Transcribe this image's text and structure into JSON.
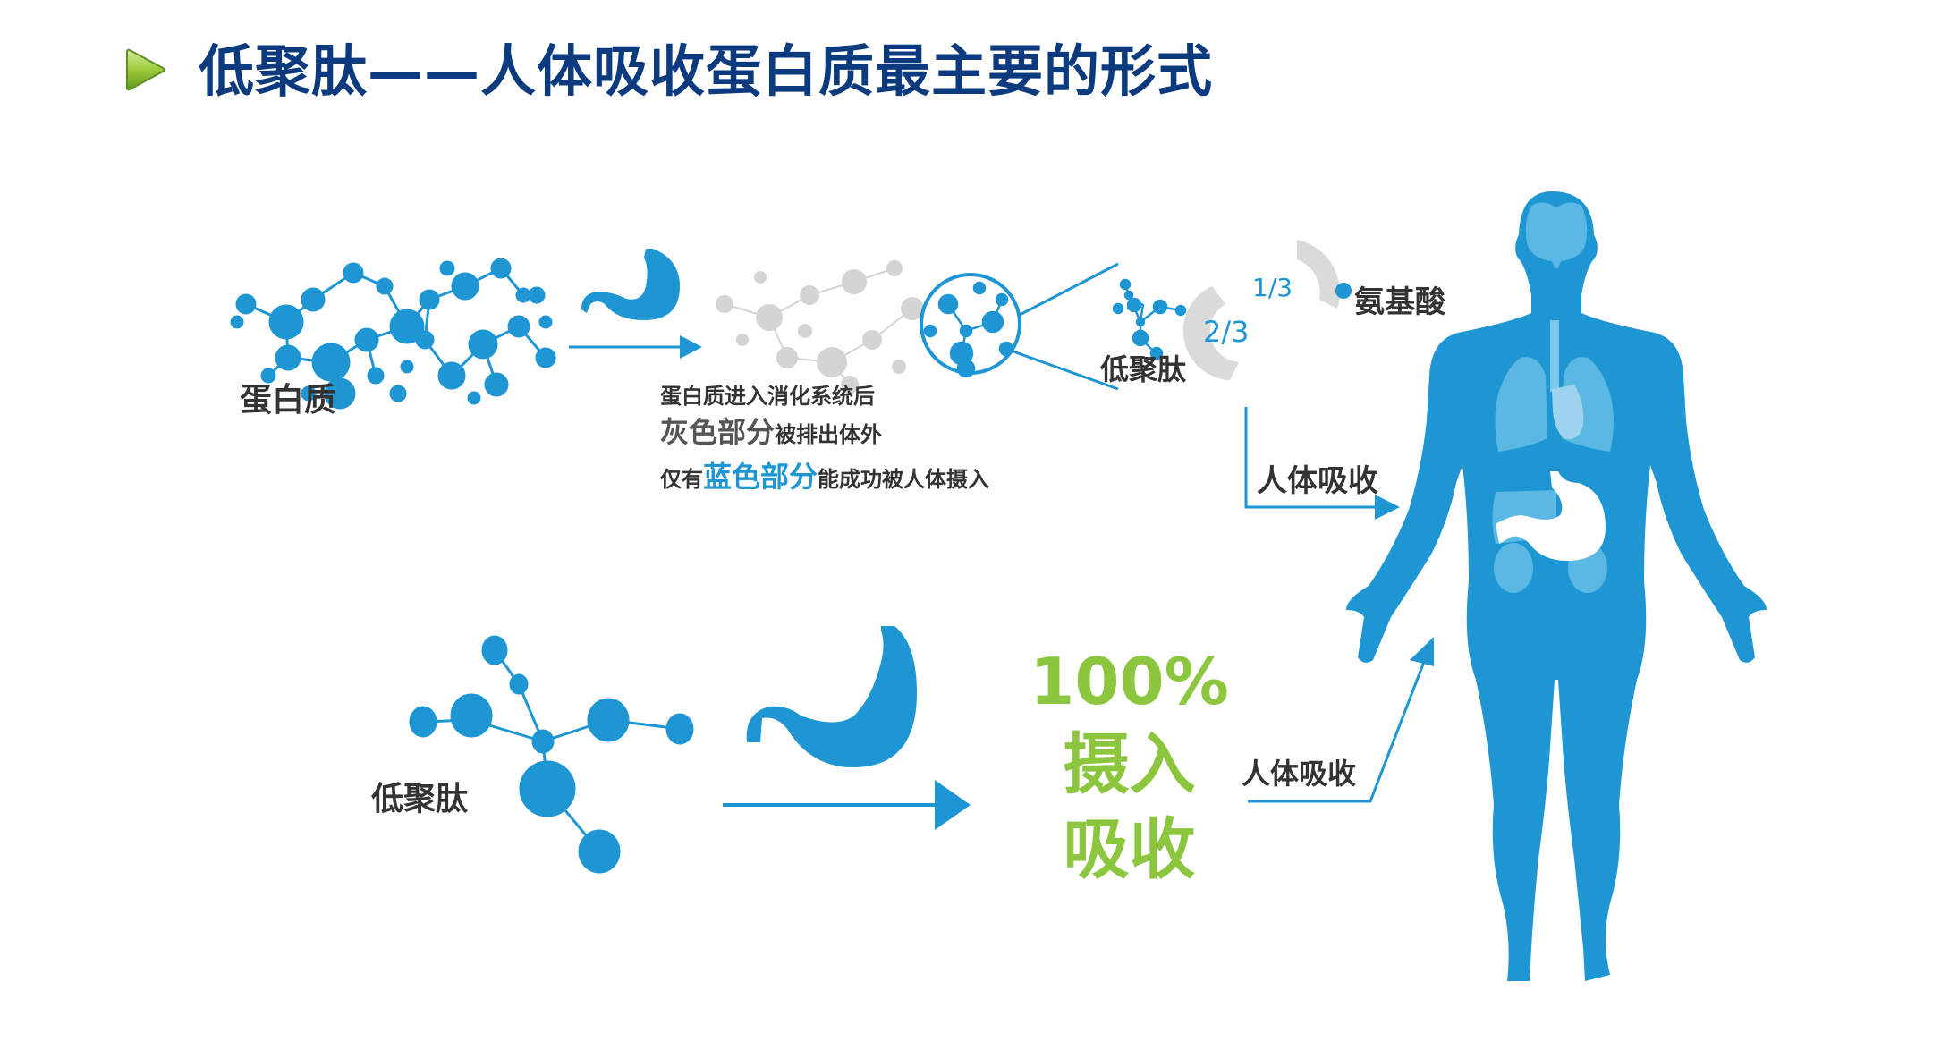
{
  "header": {
    "icon": "play-arrow-icon",
    "title": "低聚肽——人体吸收蛋白质最主要的形式"
  },
  "colors": {
    "title": "#0b3a7e",
    "accent_blue": "#1e96d4",
    "organ_light": "#5ab8e2",
    "gray_digested": "#d4d4d4",
    "highlight_green": "#8cc63f",
    "label_dark": "#333333"
  },
  "top_flow": {
    "protein_label": "蛋白质",
    "description": {
      "line1": "蛋白质进入消化系统后",
      "line2_emph": "灰色部分",
      "line2_rest": "被排出体外",
      "line3_pre": "仅有",
      "line3_emph": "蓝色部分",
      "line3_rest": "能成功被人体摄入"
    },
    "peptide_label": "低聚肽",
    "fraction_peptide": "2/3",
    "fraction_amino": "1/3",
    "amino_label": "氨基酸",
    "absorb_label": "人体吸收"
  },
  "bottom_flow": {
    "peptide_label": "低聚肽",
    "result_percent": "100%",
    "result_line2": "摄入",
    "result_line3": "吸收",
    "absorb_label": "人体吸收"
  },
  "figure": {
    "icons": [
      "protein-network-icon",
      "stomach-icon",
      "magnifier-circle-icon",
      "peptide-molecule-icon",
      "human-body-icon"
    ]
  }
}
